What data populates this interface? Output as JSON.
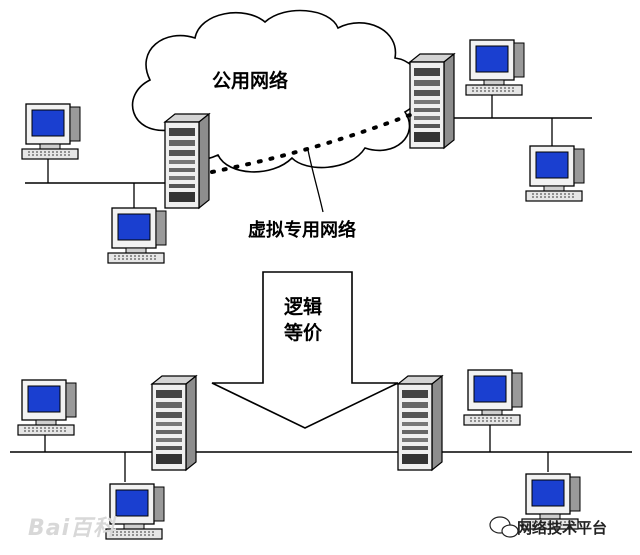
{
  "labels": {
    "public_network": "公用网络",
    "vpn": "虚拟专用网络",
    "logical_equivalent_line1": "逻辑",
    "logical_equivalent_line2": "等价"
  },
  "watermarks": {
    "baidu": "Bai百科",
    "platform": "网络技术平台"
  },
  "colors": {
    "screen": "#1a3fd0",
    "line": "#000000",
    "cloud_fill": "#ffffff"
  }
}
